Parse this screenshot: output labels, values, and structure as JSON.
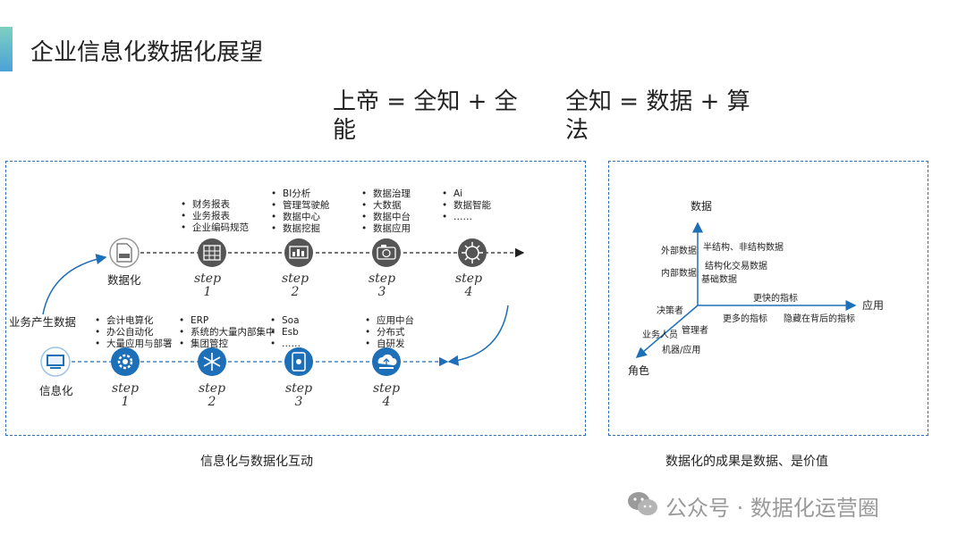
{
  "header": {
    "title": "企业信息化数据化展望"
  },
  "formulas": {
    "left": {
      "line1": "上帝 = 全知 + 全",
      "line2": "能"
    },
    "right": {
      "line1": "全知 = 数据 + 算",
      "line2": "法"
    }
  },
  "left_panel": {
    "digital_label": "数据化",
    "info_label": "信息化",
    "origin_label": "业务产生数据",
    "step_word": "step",
    "digital_steps": [
      {
        "num": "1",
        "icon": "grid-chip-icon",
        "bullets": [
          "财务报表",
          "业务报表",
          "企业编码规范"
        ]
      },
      {
        "num": "2",
        "icon": "dashboard-icon",
        "bullets": [
          "BI分析",
          "管理驾驶舱",
          "数据中心",
          "数据挖掘"
        ]
      },
      {
        "num": "3",
        "icon": "camera-icon",
        "bullets": [
          "数据治理",
          "大数据",
          "数据中台",
          "数据应用"
        ]
      },
      {
        "num": "4",
        "icon": "ai-brain-icon",
        "bullets": [
          "Ai",
          "数据智能",
          "……"
        ]
      }
    ],
    "info_steps": [
      {
        "num": "1",
        "icon": "gear-icon",
        "bullets": [
          "会计电算化",
          "办公自动化",
          "大量应用与部署"
        ]
      },
      {
        "num": "2",
        "icon": "snowflake-icon",
        "bullets": [
          "ERP",
          "系统的大量内部集中",
          "集团管控"
        ]
      },
      {
        "num": "3",
        "icon": "phone-box-icon",
        "bullets": [
          "Soa",
          "Esb",
          "……"
        ]
      },
      {
        "num": "4",
        "icon": "cloud-upload-icon",
        "bullets": [
          "应用中台",
          "分布式",
          "自研发"
        ]
      }
    ],
    "caption": "信息化与数据化互动"
  },
  "right_panel": {
    "axis_y": "数据",
    "axis_x": "应用",
    "axis_z": "角色",
    "labels": {
      "external_data": "外部数据",
      "semi_structured": "半结构、非结构数据",
      "internal_data": "内部数据",
      "structured_tx": "结构化交易数据",
      "base_data": "基础数据",
      "faster_metrics": "更快的指标",
      "more_metrics": "更多的指标",
      "hidden_metrics": "隐藏在背后的指标",
      "decision_maker": "决策者",
      "manager": "管理者",
      "business_staff": "业务人员",
      "machine_app": "机器/应用"
    },
    "caption": "数据化的成果是数据、是价值"
  },
  "footer": {
    "watermark": "公众号 · 数据化运营圈"
  },
  "colors": {
    "accent_blue": "#1d6fb8",
    "panel_border": "#2f6fb5",
    "gray_icon": "#555555"
  }
}
